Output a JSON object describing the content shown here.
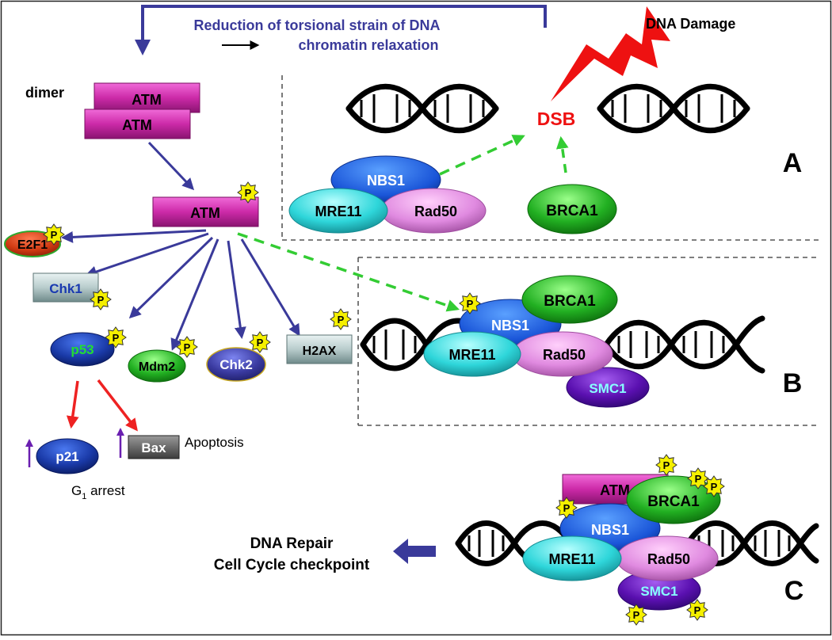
{
  "top_note": {
    "line1": "Reduction of torsional strain of DNA",
    "line2": "chromatin relaxation"
  },
  "damage_label": "DNA Damage",
  "dsb_label": "DSB",
  "dimer_label": "dimer",
  "atm_label": "ATM",
  "phospho_label": "P",
  "targets": {
    "e2f1": "E2F1",
    "chk1": "Chk1",
    "p53": "p53",
    "mdm2": "Mdm2",
    "chk2": "Chk2",
    "h2ax": "H2AX"
  },
  "complex": {
    "nbs1": "NBS1",
    "mre11": "MRE11",
    "rad50": "Rad50",
    "brca1": "BRCA1",
    "smc1": "SMC1"
  },
  "outcomes": {
    "p21": "p21",
    "bax": "Bax",
    "apoptosis": "Apoptosis",
    "g1_main": "G",
    "g1_sub": "1",
    "g1_rest": " arrest"
  },
  "panels": {
    "a": "A",
    "b": "B",
    "c": "C"
  },
  "final_outcome": {
    "line1": "DNA Repair",
    "line2": "Cell Cycle checkpoint"
  },
  "colors": {
    "arrow_blue": "#3a3a9a",
    "arrow_green": "#33cc33",
    "arrow_red": "#ee2222",
    "atm_magenta": "#cc2aa8",
    "dsb_red": "#ee1111",
    "phospho_yellow": "#f5f000"
  }
}
